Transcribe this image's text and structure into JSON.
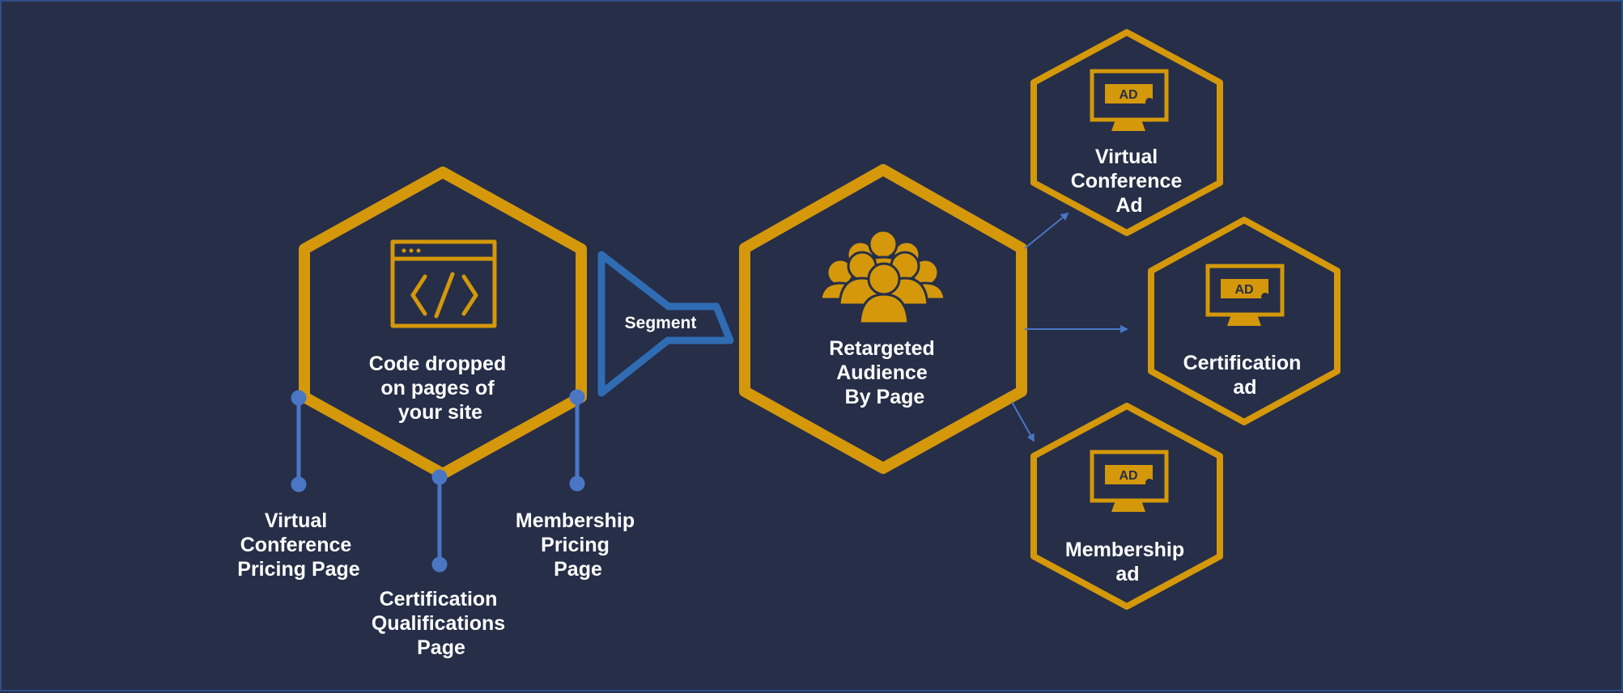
{
  "diagram": {
    "source_hex": {
      "label_lines": [
        "Code dropped",
        "on pages of",
        "your site"
      ],
      "icon": "code-window-icon"
    },
    "pages": [
      {
        "label_lines": [
          "Virtual",
          "Conference",
          "Pricing Page"
        ]
      },
      {
        "label_lines": [
          "Certification",
          "Qualifications",
          "Page"
        ]
      },
      {
        "label_lines": [
          "Membership",
          "Pricing",
          "Page"
        ]
      }
    ],
    "funnel": {
      "label": "Segment",
      "icon": "funnel-icon"
    },
    "audience_hex": {
      "label_lines": [
        "Retargeted",
        "Audience",
        "By Page"
      ],
      "icon": "people-group-icon"
    },
    "ads": [
      {
        "label_lines": [
          "Virtual",
          "Conference",
          "Ad"
        ],
        "screen_text": "AD",
        "icon": "monitor-ad-icon"
      },
      {
        "label_lines": [
          "Certification",
          "ad"
        ],
        "screen_text": "AD",
        "icon": "monitor-ad-icon"
      },
      {
        "label_lines": [
          "Membership",
          "ad"
        ],
        "screen_text": "AD",
        "icon": "monitor-ad-icon"
      }
    ],
    "colors": {
      "background": "#262e48",
      "hex_stroke": "#d4980a",
      "connector": "#4a76c4",
      "funnel": "#2f6cb3",
      "text": "#ffffff"
    }
  }
}
